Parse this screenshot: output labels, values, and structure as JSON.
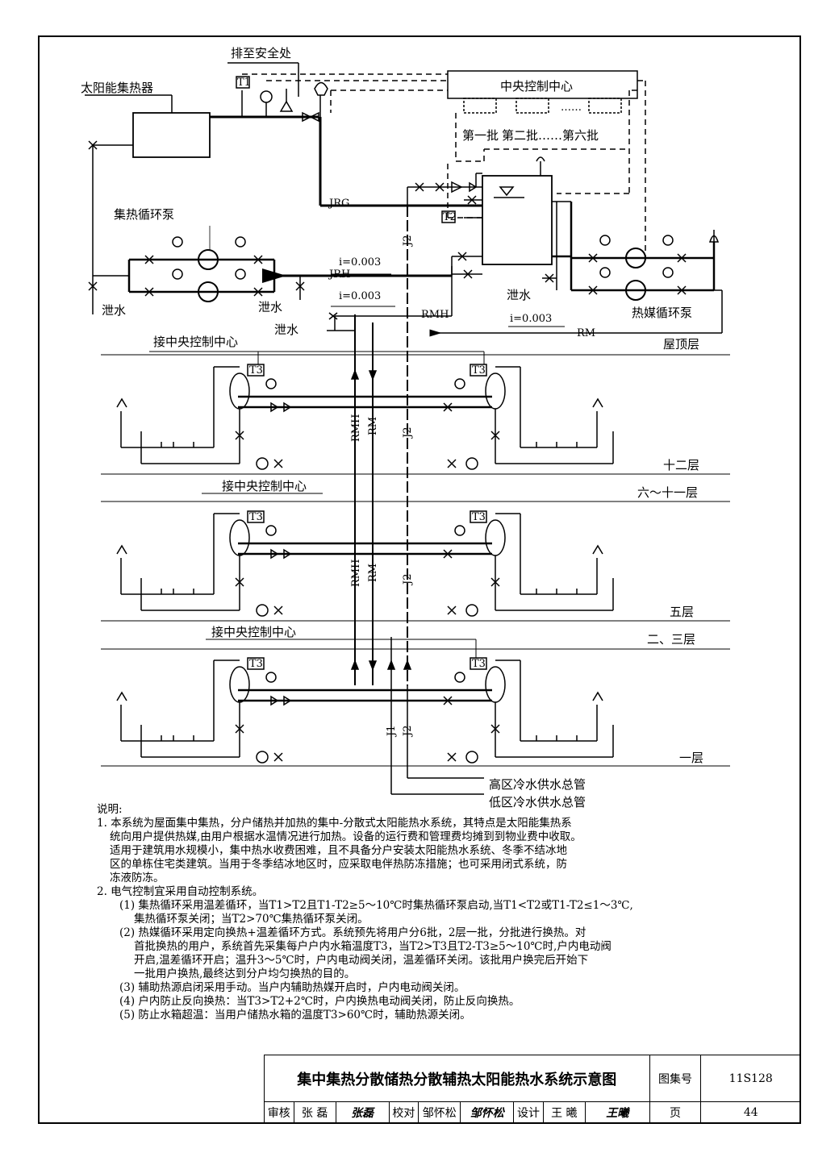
{
  "labels": {
    "collector": "太阳能集热器",
    "vent_to_safe": "排至安全处",
    "t1": "T1",
    "t2": "T2",
    "t3": "T3",
    "central_control": "中央控制中心",
    "batch1": "第一批",
    "batch2": "第二批……第六批",
    "dots": "……",
    "collector_pump": "集热循环泵",
    "heat_medium_pump": "热媒循环泵",
    "drain": "泄水",
    "jrg": "JRG",
    "jrh": "JRH",
    "rmh": "RMH",
    "rm": "RM",
    "j1": "J1",
    "j2": "J2",
    "slope": "i=0.003",
    "roof": "屋顶层",
    "to_central": "接中央控制中心",
    "floor12": "十二层",
    "floor6_11": "六～十一层",
    "floor5": "五层",
    "floor2_3": "二、三层",
    "floor1": "一层",
    "high_zone": "高区冷水供水总管",
    "low_zone": "低区冷水供水总管"
  },
  "notes": {
    "heading": "说明:",
    "n1_l1": "1.  本系统为屋面集中集热，分户储热并加热的集中-分散式太阳能热水系统，其特点是太阳能集热系",
    "n1_l2": "统向用户提供热媒,由用户根据水温情况进行加热。设备的运行费和管理费均摊到到物业费中收取。",
    "n1_l3": "适用于建筑用水规模小，集中热水收费困难，且不具备分户安装太阳能热水系统、冬季不结冰地",
    "n1_l4": "区的单栋住宅类建筑。当用于冬季结冰地区时，应采取电伴热防冻措施；也可采用闭式系统，防",
    "n1_l5": "冻液防冻。",
    "n2_l1": "2.  电气控制宜采用自动控制系统。",
    "n2_1_l1": "(1)  集热循环采用温差循环，当T1>T2且T1-T2≥5～10℃时集热循环泵启动,当T1<T2或T1-T2≤1～3℃,",
    "n2_1_l2": "集热循环泵关闭；当T2>70℃集热循环泵关闭。",
    "n2_2_l1": "(2)  热媒循环采用定向换热+温差循环方式。系统预先将用户分6批，2层一批，分批进行换热。对",
    "n2_2_l2": "首批换热的用户，系统首先采集每户户内水箱温度T3，当T2>T3且T2-T3≥5～10℃时,户内电动阀",
    "n2_2_l3": "开启,温差循环开启；温升3～5℃时，户内电动阀关闭，温差循环关闭。该批用户换完后开始下",
    "n2_2_l4": "一批用户换热,最终达到分户均匀换热的目的。",
    "n2_3": "(3)  辅助热源启闭采用手动。当户内辅助热媒开启时，户内电动阀关闭。",
    "n2_4": "(4)  户内防止反向换热：当T3>T2+2℃时，户内换热电动阀关闭，防止反向换热。",
    "n2_5": "(5)  防止水箱超温：当用户储热水箱的温度T3>60℃时，辅助热源关闭。"
  },
  "title_block": {
    "title": "集中集热分散储热分散辅热太阳能热水系统示意图",
    "atlas_label": "图集号",
    "atlas_no": "11S128",
    "review_label": "审核",
    "reviewer": "张 磊",
    "reviewer_sig": "张磊",
    "check_label": "校对",
    "checker": "邹怀松",
    "checker_sig": "邹怀松",
    "design_label": "设计",
    "designer": "王 曦",
    "designer_sig": "王曦",
    "page_label": "页",
    "page_no": "44"
  }
}
